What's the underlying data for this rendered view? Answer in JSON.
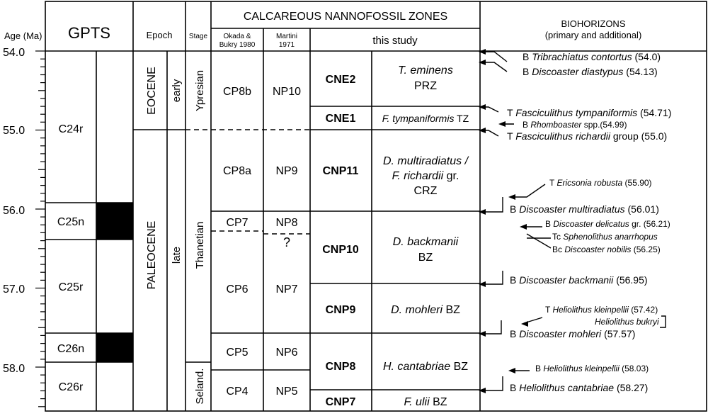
{
  "headers": {
    "age": "Age (Ma)",
    "gpts": "GPTS",
    "epoch": "Epoch",
    "stage": "Stage",
    "zones": "CALCAREOUS NANNOFOSSIL ZONES",
    "okada_l1": "Okada &",
    "okada_l2": "Bukry 1980",
    "martini_l1": "Martini",
    "martini_l2": "1971",
    "this_study": "this study",
    "bio_l1": "BIOHORIZONS",
    "bio_l2": "(primary and additional)"
  },
  "age_labels": [
    "54.0",
    "55.0",
    "56.0",
    "57.0",
    "58.0"
  ],
  "chrons": [
    "C24r",
    "C25n",
    "C25r",
    "C26n",
    "C26r"
  ],
  "epochs": {
    "eocene": "EOCENE",
    "early": "early",
    "paleocene": "PALEOCENE",
    "late": "late"
  },
  "stages": {
    "ypresian": "Ypresian",
    "thanetian": "Thanetian",
    "selandian": "Seland."
  },
  "okada": [
    "CP8b",
    "CP8a",
    "CP7",
    "CP6",
    "CP5",
    "CP4"
  ],
  "martini": [
    "NP10",
    "NP9",
    "NP8",
    "?",
    "NP7",
    "NP6",
    "NP5"
  ],
  "zones": [
    {
      "code": "CNE2",
      "l1": "T. eminens",
      "l2": "PRZ"
    },
    {
      "code": "CNE1",
      "l1": "F. tympaniformis",
      "l2": "TZ"
    },
    {
      "code": "CNP11",
      "l1": "D. multiradiatus /",
      "l2": "F. richardii",
      "l2b": "gr.",
      "l3": "CRZ"
    },
    {
      "code": "CNP10",
      "l1": "D. backmanii",
      "l2": "BZ"
    },
    {
      "code": "CNP9",
      "l1": "D. mohleri",
      "l2": "BZ"
    },
    {
      "code": "CNP8",
      "l1": "H. cantabriae",
      "l2": "BZ"
    },
    {
      "code": "CNP7",
      "l1": "F. ulii",
      "l2": "BZ"
    }
  ],
  "biohorizons": [
    {
      "pre": "B",
      "taxon": "Tribrachiatus contortus",
      "post": "(54.0)"
    },
    {
      "pre": "B",
      "taxon": "Discoaster diastypus",
      "post": "(54.13)"
    },
    {
      "pre": "T",
      "taxon": "Fasciculithus tympaniformis",
      "post": "(54.71)"
    },
    {
      "pre": "B",
      "taxon": "Rhomboaster",
      "post": "spp.(54.99)"
    },
    {
      "pre": "T",
      "taxon": "Fasciculithus richardii",
      "post": "group (55.0)"
    },
    {
      "pre": "T",
      "taxon": "Ericsonia robusta",
      "post": "(55.90)"
    },
    {
      "pre": "B",
      "taxon": "Discoaster multiradiatus",
      "post": "(56.01)"
    },
    {
      "pre": "B",
      "taxon": "Discoaster delicatus",
      "post": "gr. (56.21)"
    },
    {
      "pre": "Tc",
      "taxon": "Sphenolithus anarrhopus",
      "post": ""
    },
    {
      "pre": "Bc",
      "taxon": "Discoaster nobilis",
      "post": "(56.25)"
    },
    {
      "pre": "B",
      "taxon": "Discoaster backmanii",
      "post": "(56.95)"
    },
    {
      "pre": "T",
      "taxon": "Heliolithus kleinpellii",
      "post": "(57.42)"
    },
    {
      "pre": "",
      "taxon": "Heliolithus bukryi",
      "post": ""
    },
    {
      "pre": "B",
      "taxon": "Discoaster mohleri",
      "post": "(57.57)"
    },
    {
      "pre": "B",
      "taxon": "Heliolithus kleinpellii",
      "post": "(58.03)"
    },
    {
      "pre": "B",
      "taxon": "Heliolithus cantabriae",
      "post": "(58.27)"
    }
  ]
}
